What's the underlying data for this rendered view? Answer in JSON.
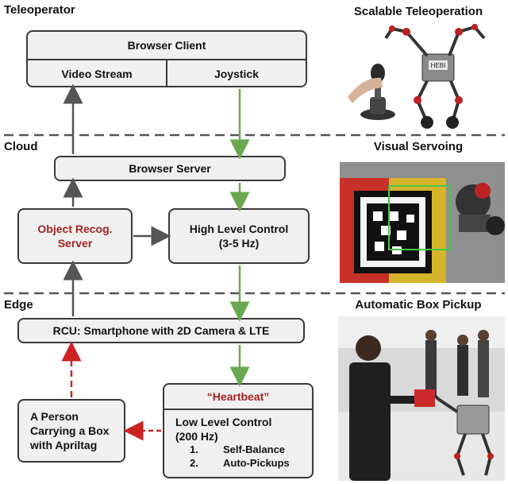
{
  "sections": {
    "teleoperator": "Teleoperator",
    "cloud": "Cloud",
    "edge": "Edge"
  },
  "browser_client": {
    "title": "Browser Client",
    "video_stream": "Video Stream",
    "joystick": "Joystick"
  },
  "browser_server": "Browser Server",
  "object_recog": {
    "line1": "Object Recog.",
    "line2": "Server"
  },
  "high_level": {
    "line1": "High Level Control",
    "line2": "(3-5 Hz)"
  },
  "rcu": "RCU: Smartphone with 2D Camera & LTE",
  "person": {
    "line1": "A Person",
    "line2": "Carrying a Box",
    "line3": "with Apriltag"
  },
  "heartbeat": "“Heartbeat”",
  "low_level": {
    "line1": "Low Level Control",
    "line2": "(200 Hz)",
    "item1_num": "1.",
    "item1": "Self-Balance",
    "item2_num": "2.",
    "item2": "Auto-Pickups"
  },
  "photos": {
    "scalable": "Scalable Teleoperation",
    "visual": "Visual Servoing",
    "pickup": "Automatic Box Pickup",
    "robot_label": "HEBI"
  },
  "colors": {
    "green_arrow": "#6aa84f",
    "gray_arrow": "#555555",
    "red_arrow": "#cc2222",
    "dashed_line": "#555555",
    "accent_red": "#a32121"
  }
}
